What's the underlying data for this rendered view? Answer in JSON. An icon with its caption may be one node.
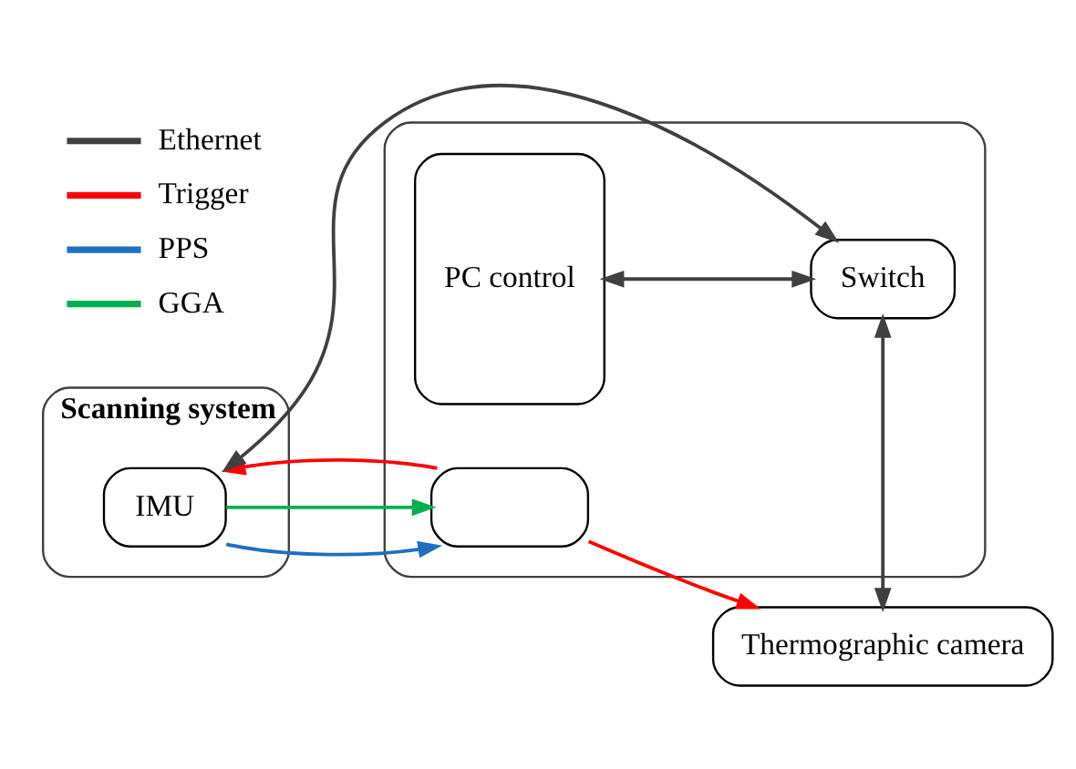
{
  "diagram": {
    "nodes": [
      {
        "text": [],
        "shape": "box"
      },
      {
        "text": [
          "PC control"
        ],
        "in": 0
      },
      {
        "text": [],
        "shape": "box",
        "in": 0
      },
      {
        "text": [
          "Switch"
        ],
        "in": 0
      },
      {
        "text": [
          "Thermographic camera"
        ]
      },
      {
        "text": [
          "Scanning system"
        ]
      },
      {
        "text": [
          "IMU"
        ],
        "in": 5
      }
    ],
    "edges": [
      {
        "from": 1,
        "to": 3,
        "arrow": "both",
        "color": "#404040"
      },
      {
        "from": 2,
        "to": 4,
        "arrow": "to",
        "color": "#ff0000"
      },
      {
        "from": 6,
        "to": 2,
        "arrow": "to",
        "color": "#1f6fc0"
      },
      {
        "from": 6,
        "to": 2,
        "arrow": "to",
        "color": "#00b050"
      },
      {
        "from": 6,
        "to": 3,
        "arrow": "both",
        "color": "#404040"
      },
      {
        "from": 4,
        "to": 3,
        "arrow": "both",
        "color": "#404040"
      },
      {
        "from": 2,
        "to": 6,
        "arrow": "to",
        "color": "#ff0000"
      }
    ],
    "legend": [
      {
        "text": "Ethernet",
        "color": "#404040"
      },
      {
        "text": "Trigger",
        "color": "#ff0000"
      },
      {
        "text": "PPS",
        "color": "#1f6fc0"
      },
      {
        "text": "GGA",
        "color": "#00b050"
      }
    ]
  }
}
